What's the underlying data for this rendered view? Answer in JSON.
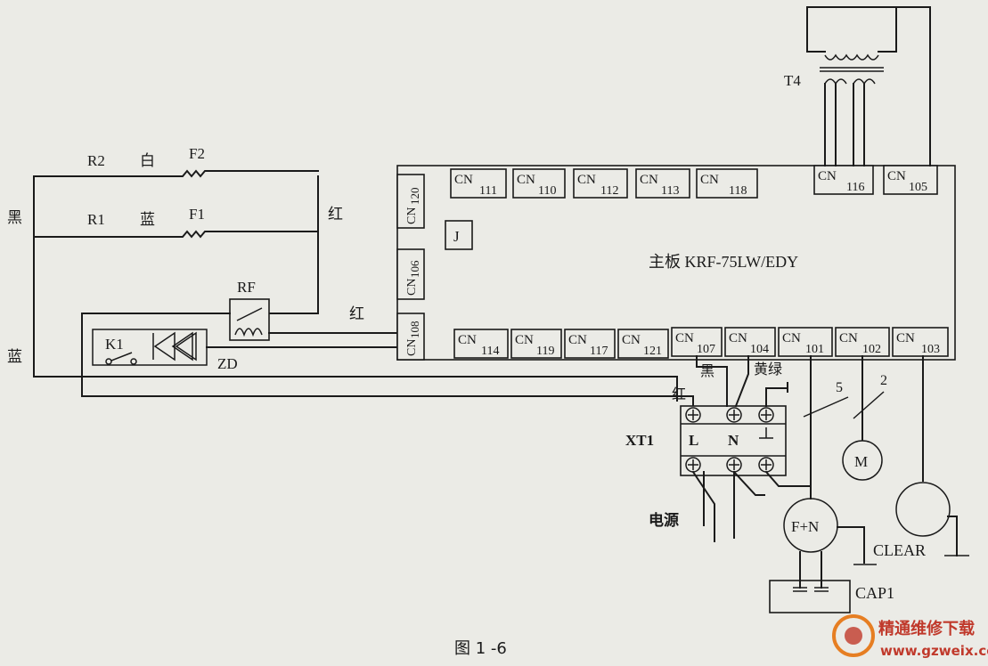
{
  "labels": {
    "R2": "R2",
    "bai": "白",
    "F2": "F2",
    "hei_left": "黑",
    "R1": "R1",
    "lan_mid": "蓝",
    "F1": "F1",
    "hong_right": "红",
    "RF": "RF",
    "hong_108": "红",
    "lan_left": "蓝",
    "K1": "K1",
    "ZD": "ZD",
    "T4": "T4",
    "J": "J",
    "board": "主板 KRF-75LW/EDY",
    "hei_term": "黑",
    "huanglv": "黄绿",
    "hong_term": "红",
    "sw5": "5",
    "sw2": "2",
    "XT1": "XT1",
    "L": "L",
    "N": "N",
    "dianyuan": "电源",
    "M": "M",
    "FN": "F+N",
    "CLEAR": "CLEAR",
    "CAP1": "CAP1",
    "figure": "图 1 -6",
    "watermark_cn": "精通维修下载",
    "watermark_url": "www.gzweix.com"
  },
  "connectors": {
    "top": [
      {
        "cn": "CN",
        "num": "111"
      },
      {
        "cn": "CN",
        "num": "110"
      },
      {
        "cn": "CN",
        "num": "112"
      },
      {
        "cn": "CN",
        "num": "113"
      },
      {
        "cn": "CN",
        "num": "118"
      },
      {
        "cn": "CN",
        "num": "116"
      },
      {
        "cn": "CN",
        "num": "105"
      }
    ],
    "left": [
      {
        "cn": "CN",
        "num": "120"
      },
      {
        "cn": "CN",
        "num": "106"
      },
      {
        "cn": "CN",
        "num": "108"
      }
    ],
    "bottom": [
      {
        "cn": "CN",
        "num": "114"
      },
      {
        "cn": "CN",
        "num": "119"
      },
      {
        "cn": "CN",
        "num": "117"
      },
      {
        "cn": "CN",
        "num": "121"
      },
      {
        "cn": "CN",
        "num": "107"
      },
      {
        "cn": "CN",
        "num": "104"
      },
      {
        "cn": "CN",
        "num": "101"
      },
      {
        "cn": "CN",
        "num": "102"
      },
      {
        "cn": "CN",
        "num": "103"
      }
    ]
  },
  "colors": {
    "ink": "#1a1a1a",
    "paper": "#ebebe6",
    "watermark_red": "#c0392b",
    "watermark_orange": "#e67e22"
  }
}
